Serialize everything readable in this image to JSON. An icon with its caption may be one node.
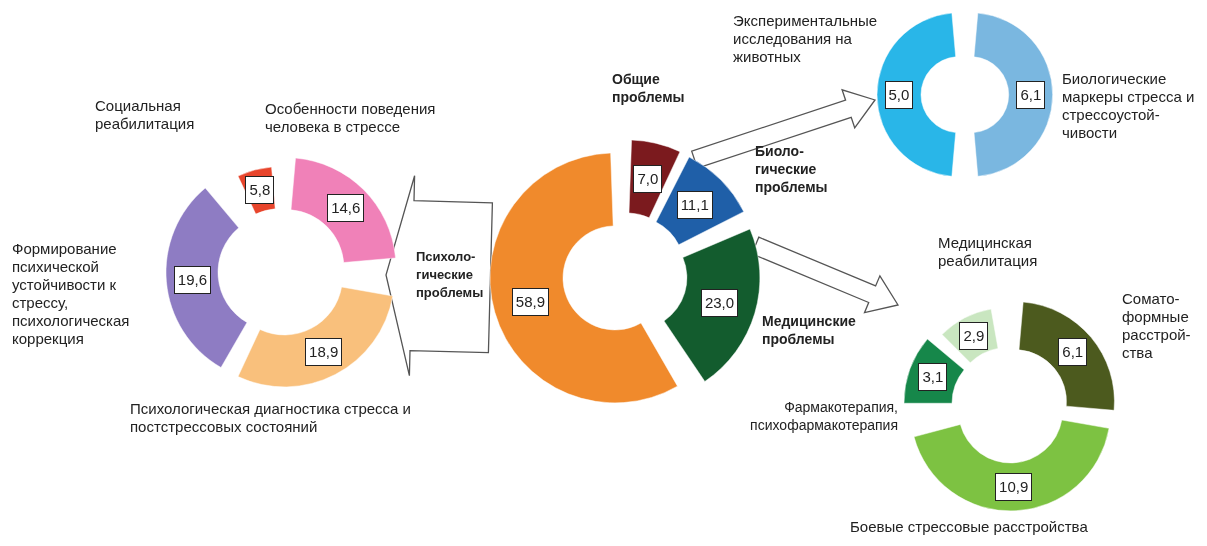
{
  "diagram": {
    "nodes": [
      {
        "text": [
          "7,0"
        ],
        "beside": [
          "Общие проблемы"
        ]
      },
      {
        "text": [
          "11,1"
        ],
        "beside": [
          "Биоло-гические проблемы"
        ]
      },
      {
        "text": [
          "23,0"
        ],
        "beside": [
          "Медицинские проблемы"
        ]
      },
      {
        "text": [
          "58,9"
        ],
        "beside": [
          "Психоло-гические проблемы"
        ]
      },
      {
        "text": [
          "5,8"
        ],
        "beside": [
          "Социальная реабилитация"
        ]
      },
      {
        "text": [
          "14,6"
        ],
        "beside": [
          "Особенности поведения человека в стрессе"
        ]
      },
      {
        "text": [
          "19,6"
        ],
        "beside": [
          "Формирование психической устойчивости к стрессу, психологическая коррекция"
        ]
      },
      {
        "text": [
          "18,9"
        ],
        "beside": [
          "Психологическая диагностика стресса и постстрессовых состояний"
        ]
      },
      {
        "text": [
          "5,0"
        ],
        "beside": [
          "Экспериментальные исследования на животных"
        ]
      },
      {
        "text": [
          "6,1"
        ],
        "beside": [
          "Биологические маркеры стресса и стрессоустой-чивости"
        ]
      },
      {
        "text": [
          "2,9"
        ],
        "beside": [
          "Медицинская реабилитация"
        ]
      },
      {
        "text": [
          "6,1"
        ],
        "beside": [
          "Сомато-формные расстрой-ства"
        ]
      },
      {
        "text": [
          "3,1"
        ],
        "beside": [
          "Фармакотерапия, психофармакотерапия"
        ]
      },
      {
        "text": [
          "10,9"
        ],
        "beside": [
          "Боевые стрессовые расстройства"
        ]
      }
    ],
    "edges": [
      {
        "from": 3,
        "to": null,
        "arrow": "to"
      },
      {
        "from": 1,
        "to": null,
        "arrow": "to"
      },
      {
        "from": 2,
        "to": null,
        "arrow": "to"
      }
    ]
  }
}
